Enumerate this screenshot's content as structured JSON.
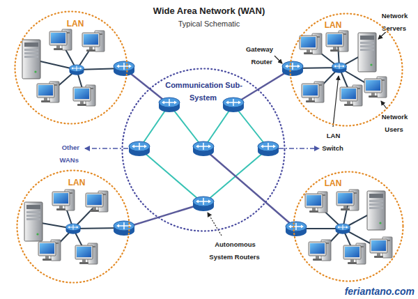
{
  "diagram": {
    "title": "Wide Area Network (WAN)",
    "nodes": [
      {
        "text": [
          "LAN"
        ]
      },
      {
        "text": [
          "LAN"
        ]
      },
      {
        "text": [
          "Communication Sub-System"
        ]
      },
      {
        "text": [
          "LAN"
        ]
      },
      {
        "text": [
          "LAN"
        ]
      }
    ],
    "edges": [
      {
        "from": 0,
        "to": 2,
        "arrow": "none"
      },
      {
        "from": 1,
        "to": 2,
        "arrow": "none"
      },
      {
        "from": 3,
        "to": 2,
        "arrow": "none"
      },
      {
        "from": 4,
        "to": 2,
        "arrow": "none"
      }
    ],
    "labels": [
      "Typical Schematic",
      "Gateway Router",
      "Network Servers",
      "LAN Switch",
      "Network Users",
      "Other WANs",
      "Autonomous System Routers",
      "feriantano.com"
    ]
  }
}
